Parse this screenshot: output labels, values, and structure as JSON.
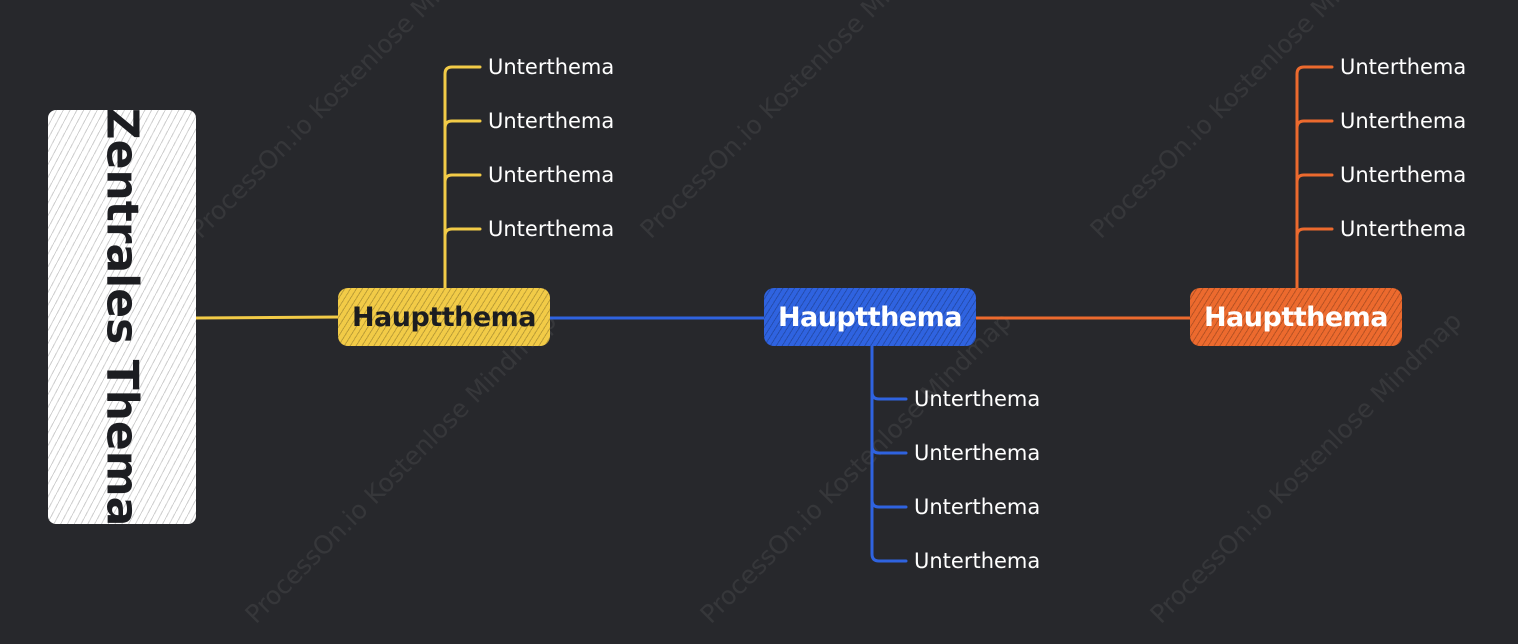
{
  "watermark": "ProcessOn.io Kostenlose Mindmap",
  "central": {
    "label": "Zentrales Thema",
    "color": "#ffffff"
  },
  "branches": [
    {
      "label": "Hauptthema",
      "color": "#f2cb47",
      "text_color": "#1c1d21",
      "subtopics": [
        "Unterthema",
        "Unterthema",
        "Unterthema",
        "Unterthema"
      ]
    },
    {
      "label": "Hauptthema",
      "color": "#2f63e0",
      "text_color": "#ffffff",
      "subtopics": [
        "Unterthema",
        "Unterthema",
        "Unterthema",
        "Unterthema"
      ]
    },
    {
      "label": "Hauptthema",
      "color": "#ec6a2e",
      "text_color": "#ffffff",
      "subtopics": [
        "Unterthema",
        "Unterthema",
        "Unterthema",
        "Unterthema"
      ]
    }
  ]
}
